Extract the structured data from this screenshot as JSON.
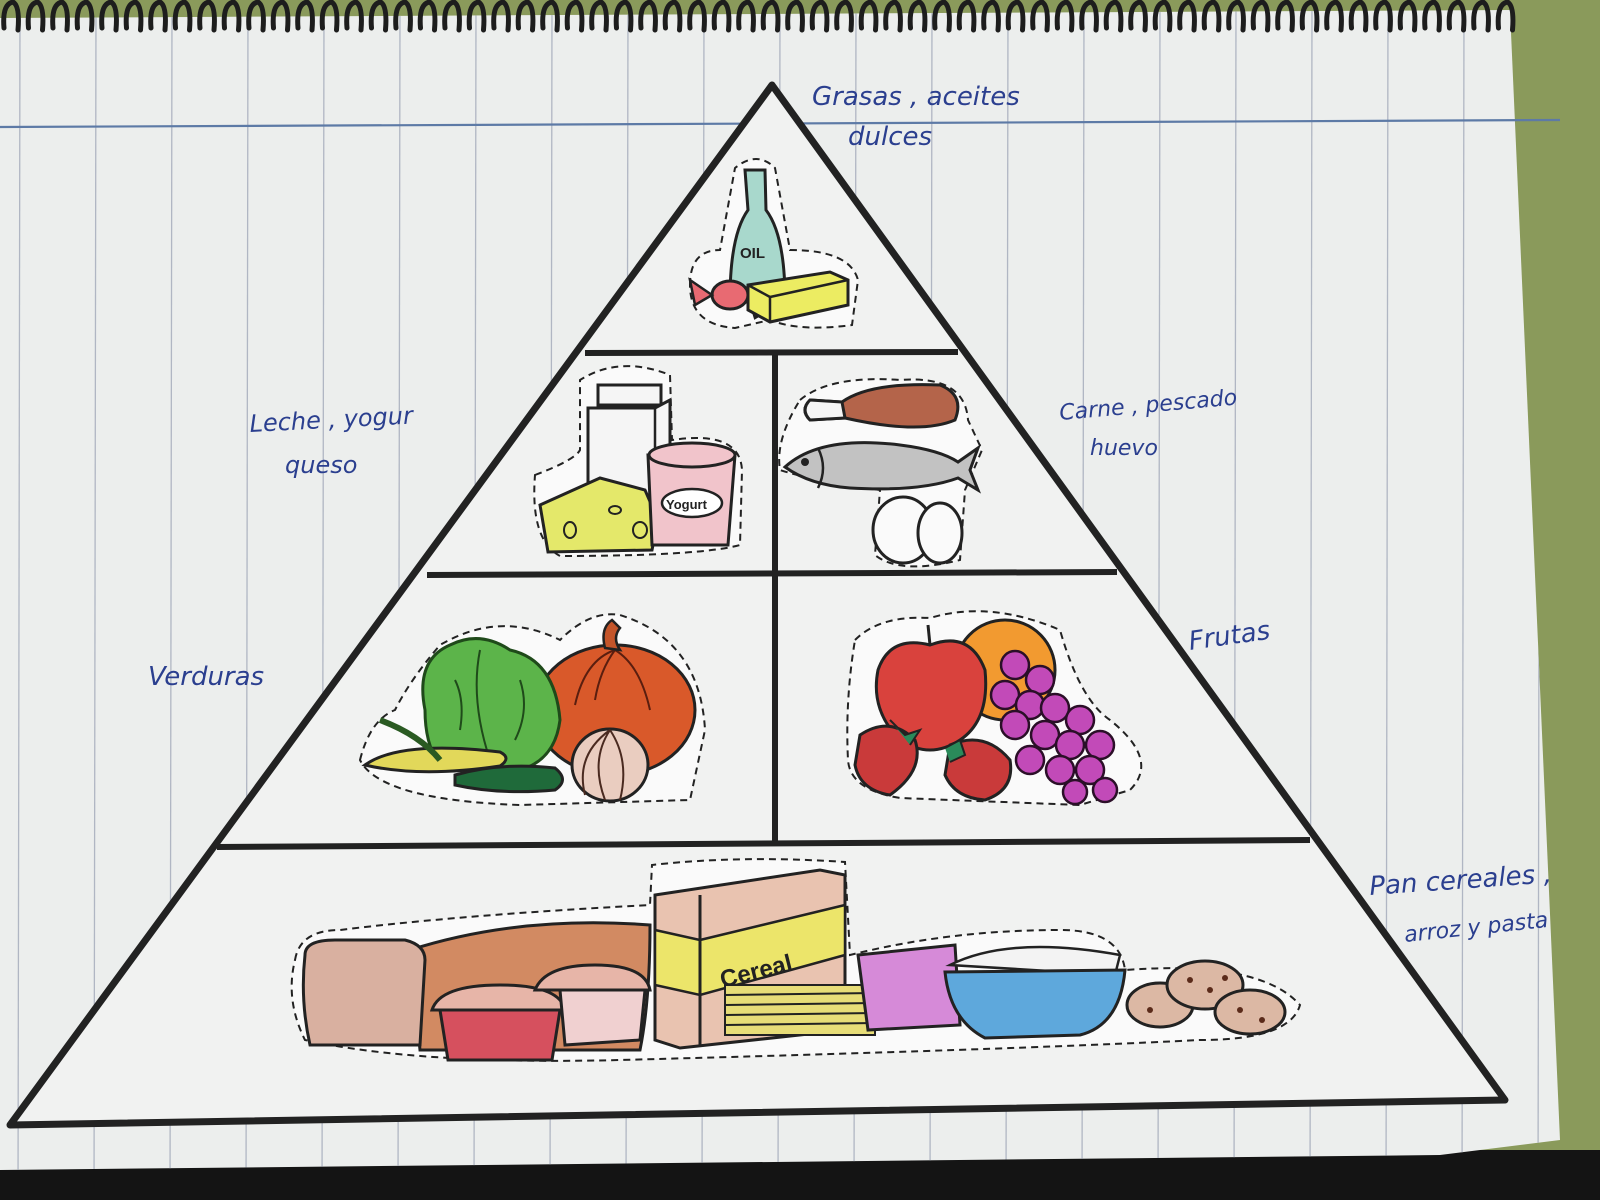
{
  "scene": {
    "description": "Hand-colored food pyramid glued into a spiral notebook with handwritten Spanish labels",
    "colors": {
      "desk_green": "#8a9a5b",
      "paper": "#eceeed",
      "rule_line": "#9aa3b3",
      "margin_line": "#5d7aa6",
      "ink_blue": "#2b3f8f",
      "outline": "#222222",
      "table_dark": "#141414"
    }
  },
  "pyramid": {
    "tiers": [
      {
        "id": "top",
        "label": "Grasas, aceites dulces",
        "label_lines": [
          "Grasas , aceites",
          "dulces"
        ],
        "foods": [
          "oil bottle",
          "candy",
          "butter"
        ],
        "food_text": "OIL"
      },
      {
        "id": "dairy",
        "label": "Leche, yogur queso",
        "label_lines": [
          "Leche , yogur",
          "queso"
        ],
        "foods": [
          "milk carton",
          "cheese",
          "yogurt"
        ],
        "food_text": "Yogurt"
      },
      {
        "id": "protein",
        "label": "Carne, pescado huevo",
        "label_lines": [
          "Carne , pescado",
          "huevo"
        ],
        "foods": [
          "chicken leg",
          "fish",
          "eggs"
        ]
      },
      {
        "id": "vegetables",
        "label": "Verduras",
        "label_lines": [
          "Verduras"
        ],
        "foods": [
          "lettuce",
          "pumpkin",
          "corn",
          "cucumber",
          "onion"
        ]
      },
      {
        "id": "fruits",
        "label": "Frutas",
        "label_lines": [
          "Frutas"
        ],
        "foods": [
          "apple",
          "orange",
          "grapes",
          "strawberries"
        ]
      },
      {
        "id": "grains",
        "label": "Pan cereales, arroz y pasta",
        "label_lines": [
          "Pan cereales ,",
          "arroz y pasta"
        ],
        "foods": [
          "bread loaf",
          "muffins",
          "cereal box",
          "pasta",
          "rice bowl",
          "cookies"
        ],
        "food_text": "Cereal"
      }
    ]
  }
}
